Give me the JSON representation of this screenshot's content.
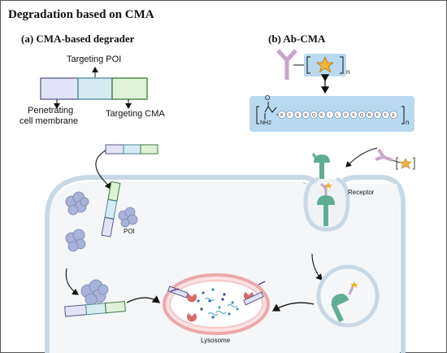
{
  "title": "Degradation based on CMA",
  "panel_a": {
    "heading": "(a) CMA-based degrader",
    "label_targeting_poi": "Targeting POI",
    "label_penetrating": "Penetrating",
    "label_cell_membrane": "cell membrane",
    "label_targeting_cma": "Targeting CMA"
  },
  "panel_b": {
    "heading": "(b) Ab-CMA",
    "subscript_n": "n",
    "peptide_residues": [
      "K",
      "F",
      "E",
      "R",
      "Q",
      "K",
      "I",
      "L",
      "D",
      "K",
      "Q",
      "R",
      "F",
      "F",
      "E"
    ],
    "nh2_label": "NH2",
    "o_label": "O"
  },
  "cell": {
    "label_poi": "POI",
    "label_receptor": "Receptor",
    "label_lysosome": "Lysosome"
  },
  "colors": {
    "segment_penetrating": "#e3e3f7",
    "segment_poi": "#d6ecf2",
    "segment_cma": "#dff2d8",
    "membrane": "#c8d8e4",
    "box_blue": "#b9d9f0",
    "receptor": "#5fae94",
    "antibody": "#c9a6c9",
    "star": "#f5b335",
    "lysosome": "#f3c7c7",
    "protein": "#a7b3d9"
  }
}
